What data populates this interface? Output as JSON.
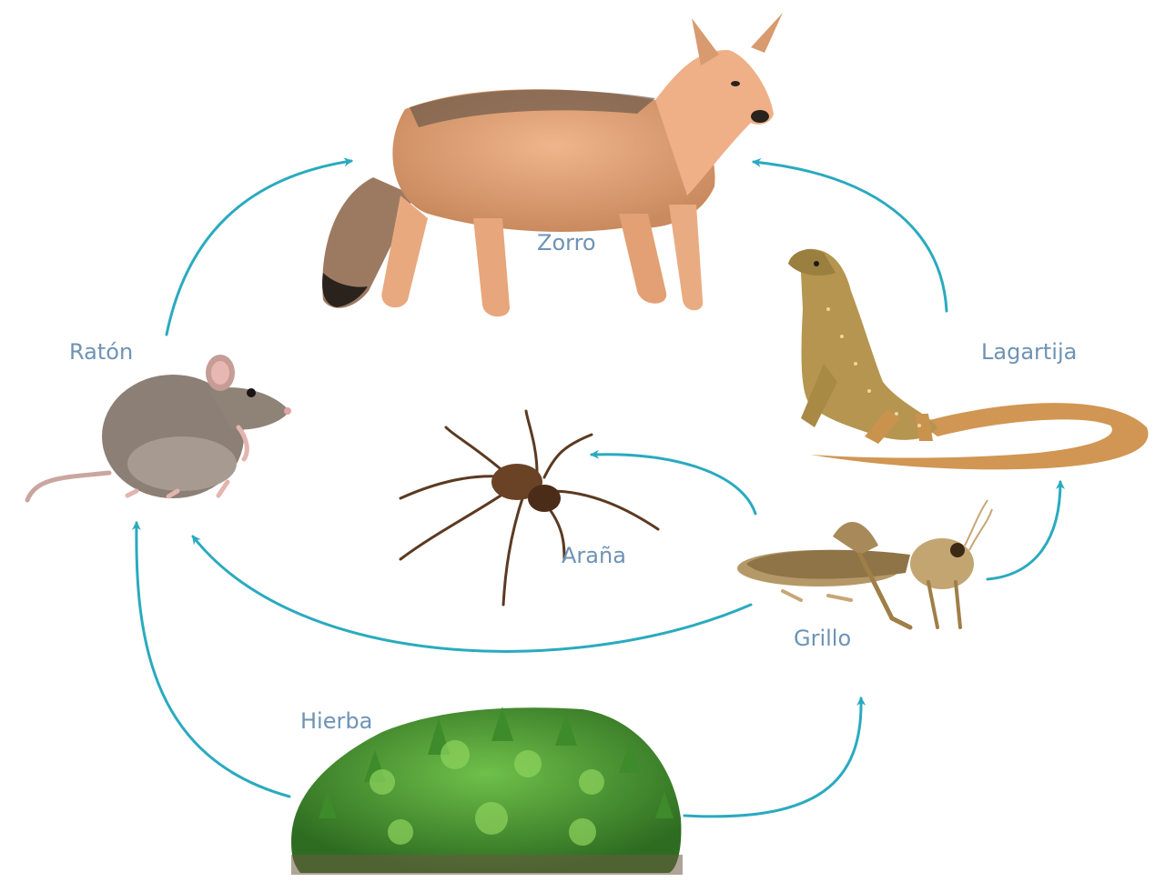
{
  "labels": {
    "fox": "Zorro",
    "mouse": "Ratón",
    "lizard": "Lagartija",
    "spider": "Araña",
    "cricket": "Grillo",
    "grass": "Hierba"
  },
  "organisms": [
    {
      "id": "fox",
      "icon": "fox-icon"
    },
    {
      "id": "mouse",
      "icon": "mouse-icon"
    },
    {
      "id": "lizard",
      "icon": "lizard-icon"
    },
    {
      "id": "spider",
      "icon": "spider-icon"
    },
    {
      "id": "cricket",
      "icon": "cricket-icon"
    },
    {
      "id": "grass",
      "icon": "grass-icon"
    }
  ],
  "food_web_links": [
    {
      "from": "grass",
      "to": "mouse"
    },
    {
      "from": "grass",
      "to": "cricket"
    },
    {
      "from": "cricket",
      "to": "mouse"
    },
    {
      "from": "cricket",
      "to": "spider"
    },
    {
      "from": "cricket",
      "to": "lizard"
    },
    {
      "from": "mouse",
      "to": "fox"
    },
    {
      "from": "lizard",
      "to": "fox"
    }
  ],
  "colors": {
    "arrow": "#2aaabf",
    "label": "#6e93b5"
  }
}
